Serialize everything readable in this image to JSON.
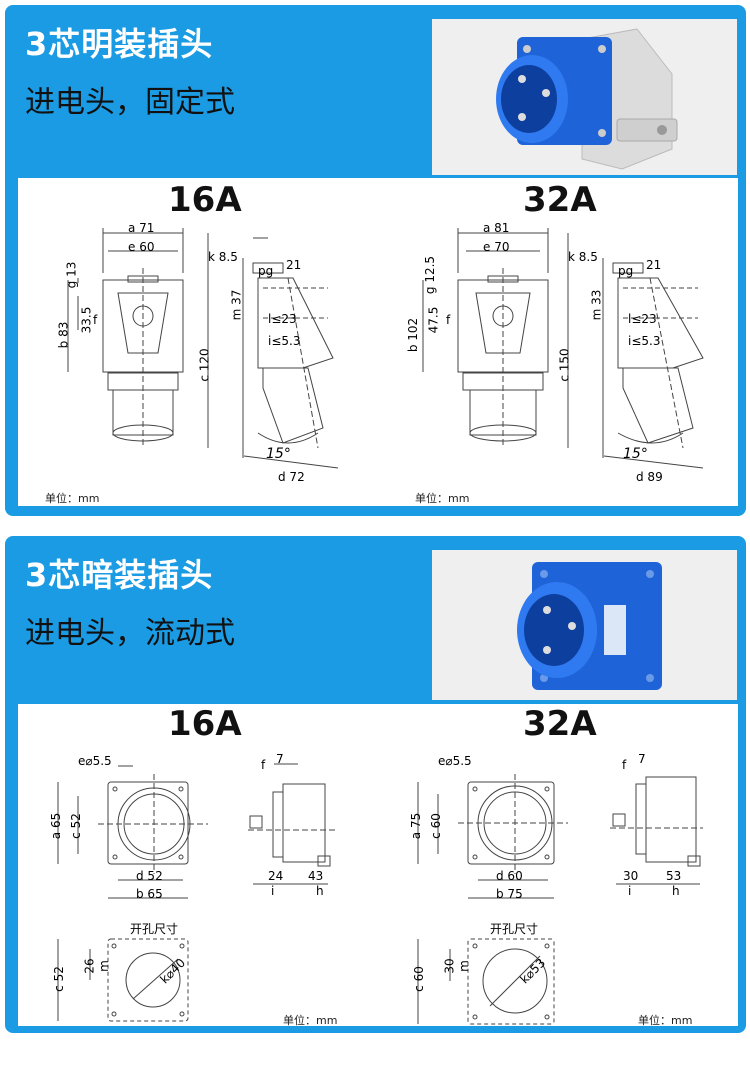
{
  "colors": {
    "panel_blue": "#1a9be4",
    "plug_blue": "#1f63d8",
    "plug_blue2": "#2f7af0",
    "gray_body": "#e6e6e6",
    "line": "#444444"
  },
  "surface": {
    "title": "3芯明装插头",
    "subtitle": "进电头，固定式",
    "photo_icon": "surface-mount-plug-photo",
    "left": {
      "title": "16A",
      "a": "a 71",
      "e": "e 60",
      "b": "b 83",
      "g": "g 13",
      "f": "33.5",
      "f_letter": "f",
      "k": "k 8.5",
      "pg": "pg",
      "pg_val": "21",
      "m": "m 37",
      "l23": "l≤23",
      "l53": "i≤5.3",
      "c": "c 120",
      "angle": "15°",
      "d": "d 72"
    },
    "right": {
      "title": "32A",
      "a": "a 81",
      "e": "e 70",
      "b": "b 102",
      "g": "g 12.5",
      "f": "47.5",
      "f_letter": "f",
      "k": "k 8.5",
      "pg": "pg",
      "pg_val": "21",
      "m": "m 33",
      "l23": "l≤23",
      "l53": "i≤5.3",
      "c": "c 150",
      "angle": "15°",
      "d": "d 89"
    },
    "unit": "单位：mm"
  },
  "panel": {
    "title": "3芯暗装插头",
    "subtitle": "进电头，流动式",
    "photo_icon": "panel-mount-plug-photo",
    "left": {
      "title": "16A",
      "e": "e⌀5.5",
      "a": "a 65",
      "c": "c 52",
      "d": "d 52",
      "b": "b 65",
      "f_letter": "f",
      "f_val": "7",
      "i_val": "24",
      "h_val": "43",
      "i": "i",
      "h": "h",
      "cut": "开孔尺寸",
      "cc": "c 52",
      "m": "26",
      "m_letter": "m",
      "k": "k⌀40"
    },
    "right": {
      "title": "32A",
      "e": "e⌀5.5",
      "a": "a 75",
      "c": "c 60",
      "d": "d 60",
      "b": "b 75",
      "f_letter": "f",
      "f_val": "7",
      "i_val": "30",
      "h_val": "53",
      "i": "i",
      "h": "h",
      "cut": "开孔尺寸",
      "cc": "c 60",
      "m": "30",
      "m_letter": "m",
      "k": "k⌀53"
    },
    "unit_left": "单位：mm",
    "unit_right": "单位：mm"
  }
}
